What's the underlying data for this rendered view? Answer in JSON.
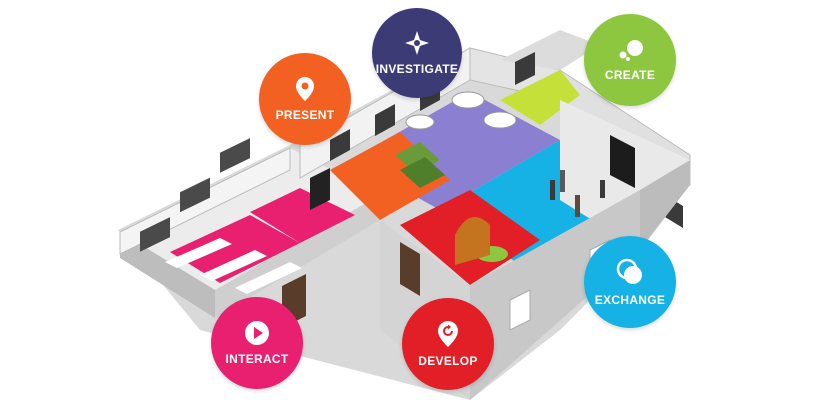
{
  "zones": {
    "investigate": {
      "label": "INVESTIGATE",
      "color": "#3d3b75",
      "icon": "compass-icon"
    },
    "create": {
      "label": "CREATE",
      "color": "#8dc63f",
      "icon": "bubbles-icon"
    },
    "present": {
      "label": "PRESENT",
      "color": "#f26122",
      "icon": "map-pin-icon"
    },
    "exchange": {
      "label": "EXCHANGE",
      "color": "#16b1e5",
      "icon": "overlapping-circles-icon"
    },
    "interact": {
      "label": "INTERACT",
      "color": "#e8206f",
      "icon": "play-icon"
    },
    "develop": {
      "label": "DEVELOP",
      "color": "#e21f26",
      "icon": "refresh-pin-icon"
    }
  },
  "floor_colors": {
    "orange": "#f26122",
    "purple": "#8a7fd0",
    "cyan": "#16b1e5",
    "lime": "#c6e03a",
    "magenta": "#e8206f",
    "red": "#e21f26",
    "wall": "#e6e6e6"
  }
}
